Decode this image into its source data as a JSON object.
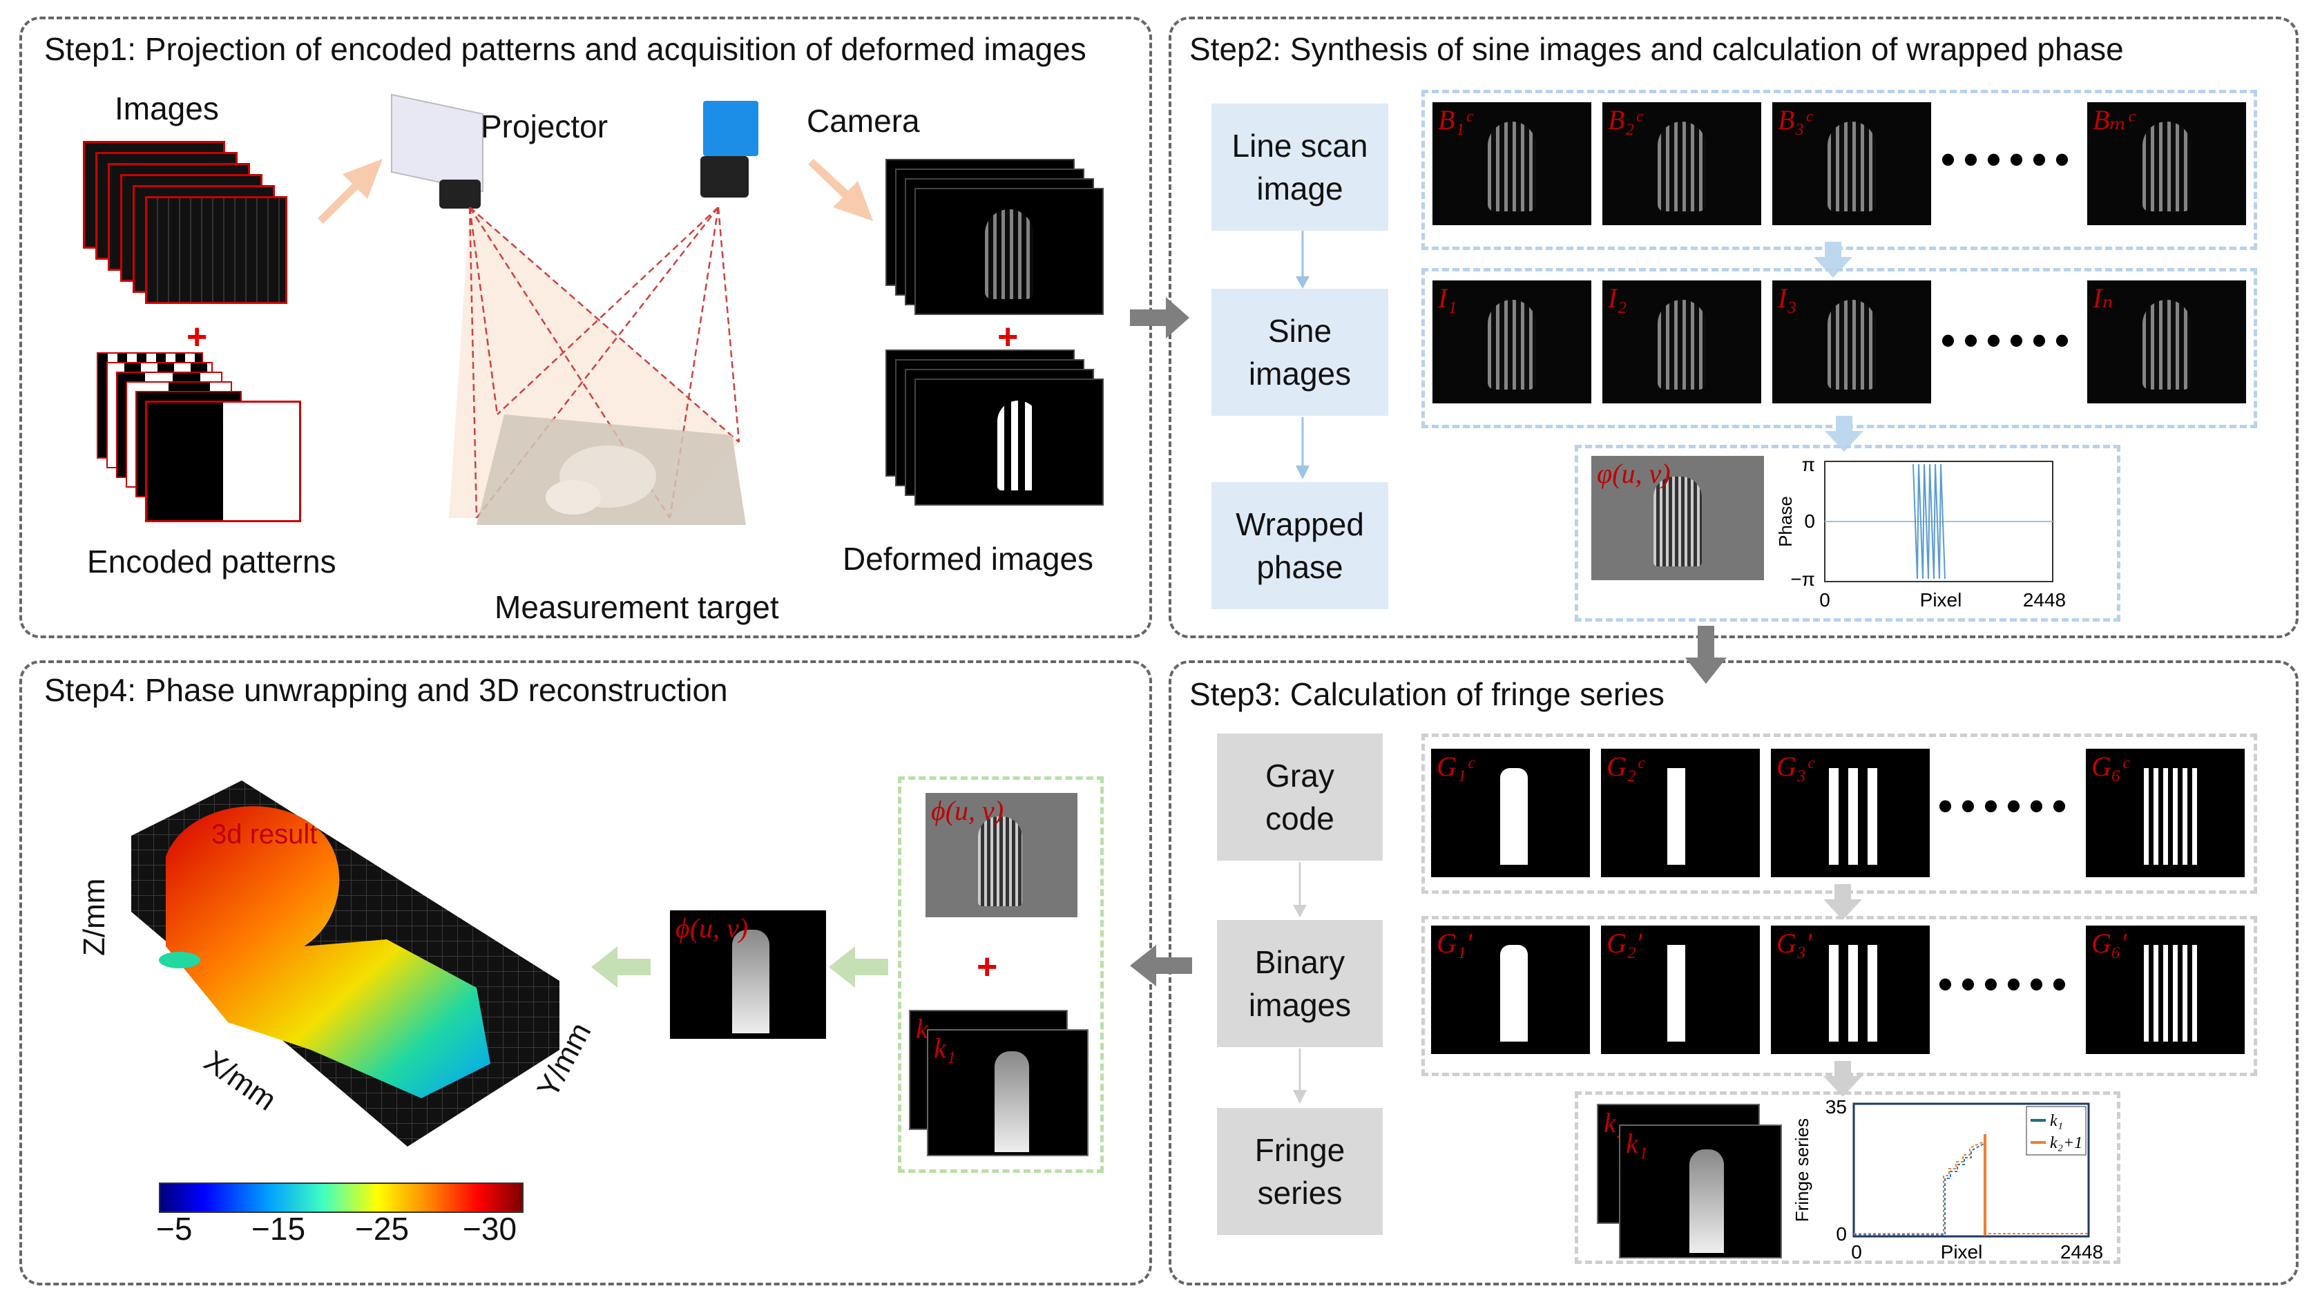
{
  "step1": {
    "title": "Step1: Projection of encoded patterns and acquisition of deformed images",
    "images_label": "Images",
    "projector_label": "Projector",
    "camera_label": "Camera",
    "encoded_label": "Encoded patterns",
    "target_label": "Measurement target",
    "deformed_label": "Deformed images",
    "plus": "+"
  },
  "step2": {
    "title": "Step2: Synthesis of sine images and calculation of wrapped phase",
    "boxes": [
      "Line scan\nimage",
      "Sine\nimages",
      "Wrapped\nphase"
    ],
    "row1_labels": [
      "B₁ᶜ",
      "B₂ᶜ",
      "B₃ᶜ",
      "Bₘᶜ"
    ],
    "row2_labels": [
      "I₁",
      "I₂",
      "I₃",
      "Iₙ"
    ],
    "dots": "••••••",
    "phase_img_label": "φ(u, v)",
    "phase_plot": {
      "ylabel": "Phase",
      "xlabel": "Pixel",
      "yticks": [
        "π",
        "0",
        "−π"
      ],
      "xticks": [
        "0",
        "2448"
      ]
    }
  },
  "step3": {
    "title": "Step3: Calculation of fringe series",
    "boxes": [
      "Gray\ncode",
      "Binary\nimages",
      "Fringe\nseries"
    ],
    "row1_labels": [
      "G₁ᶜ",
      "G₂ᶜ",
      "G₃ᶜ",
      "G₆ᶜ"
    ],
    "row2_labels": [
      "G₁′",
      "G₂′",
      "G₃′",
      "G₆′"
    ],
    "dots": "••••••",
    "k_labels": [
      "k₂",
      "k₁"
    ],
    "fringe_plot": {
      "ylabel": "Fringe series",
      "xlabel": "Pixel",
      "yticks": [
        "35",
        "0"
      ],
      "xticks": [
        "0",
        "2448"
      ],
      "legend": [
        "k₁",
        "k₂+1"
      ]
    }
  },
  "step4": {
    "title": "Step4: Phase unwrapping and 3D reconstruction",
    "result_label": "3d result",
    "zlabel": "Z/mm",
    "xlabel": "X/mm",
    "ylabel": "Y/mm",
    "colorbar_ticks": [
      "−5",
      "−15",
      "−25",
      "−30"
    ],
    "phi_label": "ϕ(u, v)",
    "phi_top_label": "ϕ(u, v)",
    "k_labels": [
      "k₂",
      "k₁"
    ],
    "plus": "+"
  },
  "colors": {
    "accent_red": "#c00000",
    "blue_box": "#deebf7",
    "gray_box": "#d9d9d9",
    "green_arrow": "#c5e0b4",
    "peach_arrow": "#f8cbad",
    "gray_arrow": "#7f7f7f"
  }
}
